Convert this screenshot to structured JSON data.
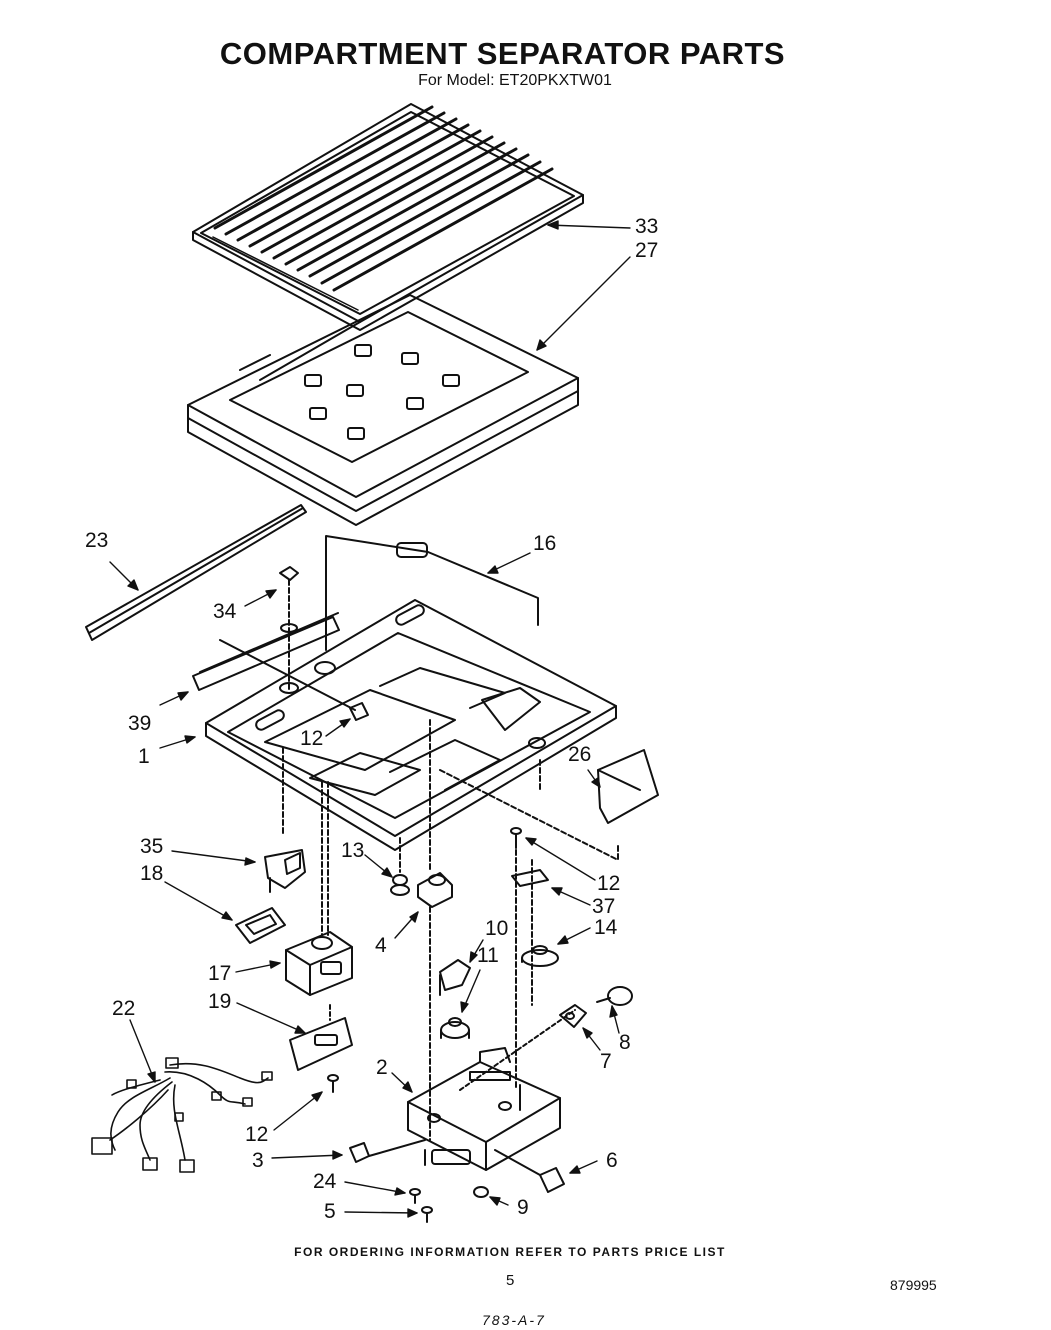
{
  "title": "COMPARTMENT SEPARATOR PARTS",
  "subtitle": "For Model: ET20PKXTW01",
  "footer": "FOR ORDERING INFORMATION REFER TO PARTS PRICE LIST",
  "page_number": "5",
  "document_number": "879995",
  "bottom_code": "783-A-7",
  "callouts": {
    "n33": "33",
    "n27": "27",
    "n23": "23",
    "n16": "16",
    "n34": "34",
    "n39": "39",
    "n12a": "12",
    "n1": "1",
    "n26": "26",
    "n35": "35",
    "n13": "13",
    "n12b": "12",
    "n18": "18",
    "n37": "37",
    "n4": "4",
    "n14": "14",
    "n10": "10",
    "n11": "11",
    "n17": "17",
    "n19": "19",
    "n8": "8",
    "n22": "22",
    "n7": "7",
    "n2": "2",
    "n12c": "12",
    "n3": "3",
    "n6": "6",
    "n24": "24",
    "n9": "9",
    "n5": "5"
  }
}
